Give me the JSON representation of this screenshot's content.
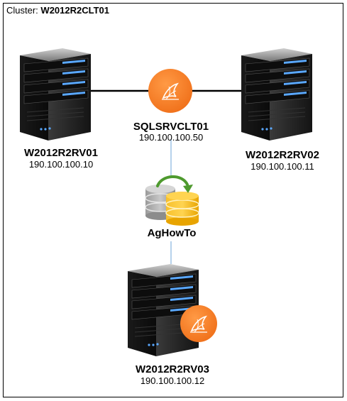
{
  "cluster": {
    "prefix": "Cluster:",
    "name": "W2012R2CLT01"
  },
  "listener": {
    "name": "SQLSRVCLT01",
    "ip": "190.100.100.50",
    "icon": "sql-server-icon"
  },
  "availability_group": {
    "name": "AgHowTo",
    "icon": "database-replication-icon"
  },
  "servers": [
    {
      "name": "W2012R2RV01",
      "ip": "190.100.100.10",
      "icon": "server-icon"
    },
    {
      "name": "W2012R2RV02",
      "ip": "190.100.100.11",
      "icon": "server-icon"
    },
    {
      "name": "W2012R2RV03",
      "ip": "190.100.100.12",
      "icon": "server-icon",
      "badge_icon": "sql-server-icon"
    }
  ],
  "colors": {
    "accent": "#f47a20",
    "link_blue": "#9dc3e6",
    "server_blue": "#5aa8ff",
    "db_gold": "#f5b400",
    "db_grey": "#a6a6a6",
    "arrow_green": "#4e9a2e"
  }
}
